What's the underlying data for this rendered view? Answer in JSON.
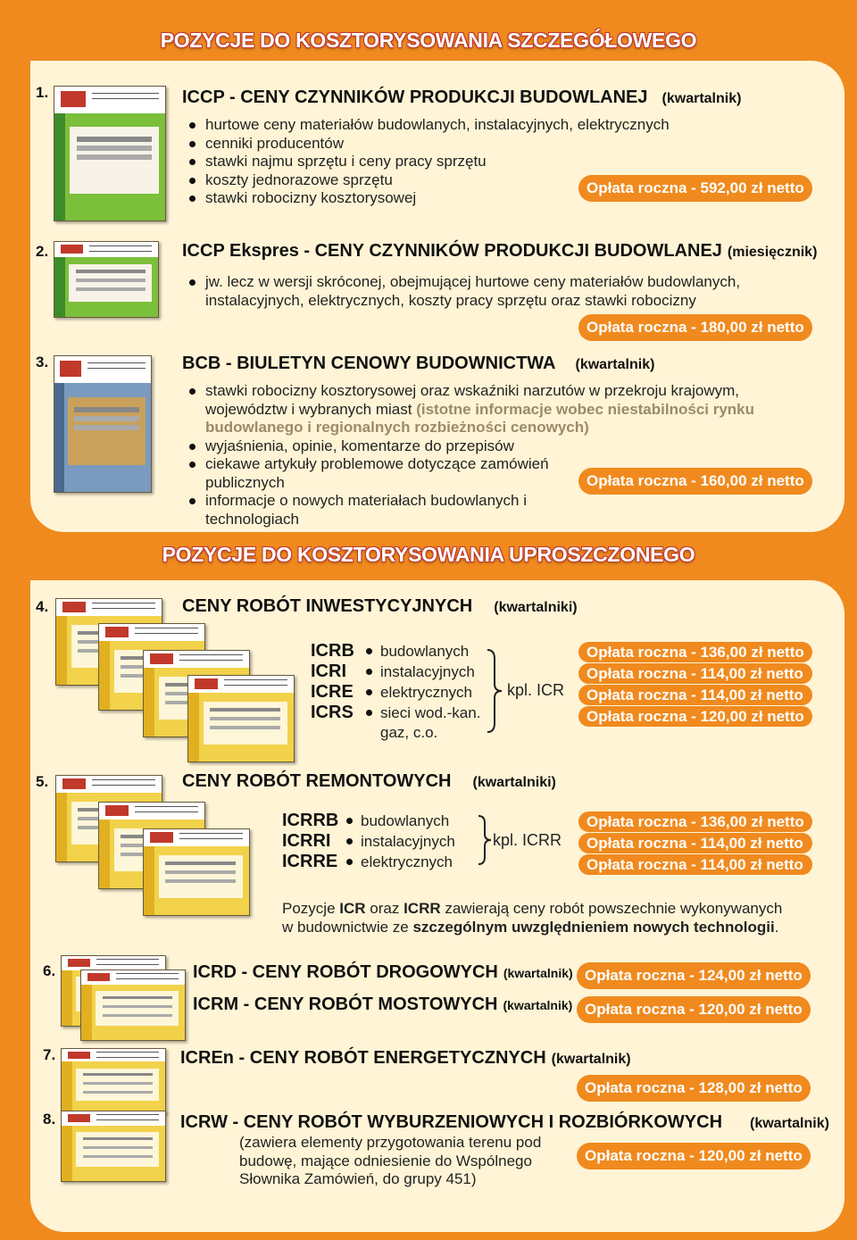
{
  "headings": {
    "detailed": "POZYCJE DO KOSZTORYSOWANIA SZCZEGÓŁOWEGO",
    "simplified": "POZYCJE DO KOSZTORYSOWANIA UPROSZCZONEGO"
  },
  "p1": {
    "num": "1.",
    "title": "ICCP - CENY CZYNNIKÓW PRODUKCJI BUDOWLANEJ",
    "period": "(kwartalnik)",
    "items": [
      "hurtowe ceny materiałów budowlanych, instalacyjnych, elektrycznych",
      "cenniki producentów",
      "stawki najmu sprzętu i ceny pracy sprzętu",
      "koszty jednorazowe sprzętu",
      "stawki robocizny kosztorysowej"
    ],
    "price": "Opłata roczna - 592,00 zł netto"
  },
  "p2": {
    "num": "2.",
    "title": "ICCP Ekspres - CENY CZYNNIKÓW PRODUKCJI BUDOWLANEJ",
    "period": "(miesięcznik)",
    "item_line1": "jw. lecz w wersji skróconej, obejmującej hurtowe ceny materiałów budowlanych,",
    "item_line2": "instalacyjnych, elektrycznych, koszty pracy sprzętu oraz stawki robocizny",
    "price": "Opłata roczna - 180,00 zł netto"
  },
  "p3": {
    "num": "3.",
    "title": "BCB - BIULETYN CENOWY BUDOWNICTWA",
    "period": "(kwartalnik)",
    "item1_text": "stawki robocizny kosztorysowej oraz wskaźniki narzutów w przekroju krajowym, województw i wybranych miast",
    "item1_highlight": "(istotne informacje wobec niestabilności rynku budowlanego i regionalnych rozbieżności cenowych)",
    "item2": "wyjaśnienia, opinie, komentarze do przepisów",
    "item3": "ciekawe artykuły problemowe dotyczące zamówień publicznych",
    "item4": "informacje o nowych materiałach budowlanych i technologiach",
    "price": "Opłata roczna - 160,00 zł netto"
  },
  "p4": {
    "num": "4.",
    "title": "CENY ROBÓT INWESTYCYJNYCH",
    "period": "(kwartalniki)",
    "codes": [
      {
        "code": "ICRB",
        "desc": "budowlanych",
        "price": "Opłata roczna - 136,00 zł netto"
      },
      {
        "code": "ICRI",
        "desc": "instalacyjnych",
        "price": "Opłata roczna - 114,00 zł netto"
      },
      {
        "code": "ICRE",
        "desc": "elektrycznych",
        "price": "Opłata roczna - 114,00 zł netto"
      },
      {
        "code": "ICRS",
        "desc": "sieci wod.-kan.",
        "price": "Opłata roczna - 120,00 zł netto"
      }
    ],
    "desc_extra": "gaz, c.o.",
    "kpl": "kpl. ICR"
  },
  "p5": {
    "num": "5.",
    "title": "CENY ROBÓT REMONTOWYCH",
    "period": "(kwartalniki)",
    "codes": [
      {
        "code": "ICRRB",
        "desc": "budowlanych",
        "price": "Opłata roczna - 136,00 zł netto"
      },
      {
        "code": "ICRRI",
        "desc": "instalacyjnych",
        "price": "Opłata roczna - 114,00 zł netto"
      },
      {
        "code": "ICRRE",
        "desc": "elektrycznych",
        "price": "Opłata roczna - 114,00 zł netto"
      }
    ],
    "kpl": "kpl. ICRR",
    "note": {
      "t1": "Pozycje ",
      "b1": "ICR",
      "t2": " oraz ",
      "b2": "ICRR",
      "t3": " zawierają ceny robót powszechnie wykonywanych",
      "t4": "w budownictwie ze ",
      "b3": "szczególnym uwzględnieniem nowych technologii",
      "t5": "."
    }
  },
  "p6": {
    "num": "6.",
    "icrd_title": "ICRD - CENY ROBÓT DROGOWYCH",
    "icrd_period": "(kwartalnik)",
    "icrd_price": "Opłata roczna - 124,00 zł netto",
    "icrm_title": "ICRM - CENY ROBÓT MOSTOWYCH",
    "icrm_period": "(kwartalnik)",
    "icrm_price": "Opłata roczna - 120,00 zł netto"
  },
  "p7": {
    "num": "7.",
    "title": "ICREn - CENY ROBÓT ENERGETYCZNYCH",
    "period": "(kwartalnik)",
    "price": "Opłata roczna - 128,00 zł netto"
  },
  "p8": {
    "num": "8.",
    "title": "ICRW - CENY ROBÓT WYBURZENIOWYCH I ROZBIÓRKOWYCH",
    "period": "(kwartalnik)",
    "desc_lines": [
      "(zawiera elementy przygotowania terenu pod",
      "budowę, mające odniesienie do Wspólnego",
      "Słownika Zamówień, do grupy 451)"
    ],
    "price": "Opłata roczna - 120,00 zł netto"
  },
  "colors": {
    "background": "#f08a1e",
    "panel": "#fff4d6",
    "pill": "#f08a1e",
    "highlight": "#9c8a6b"
  }
}
